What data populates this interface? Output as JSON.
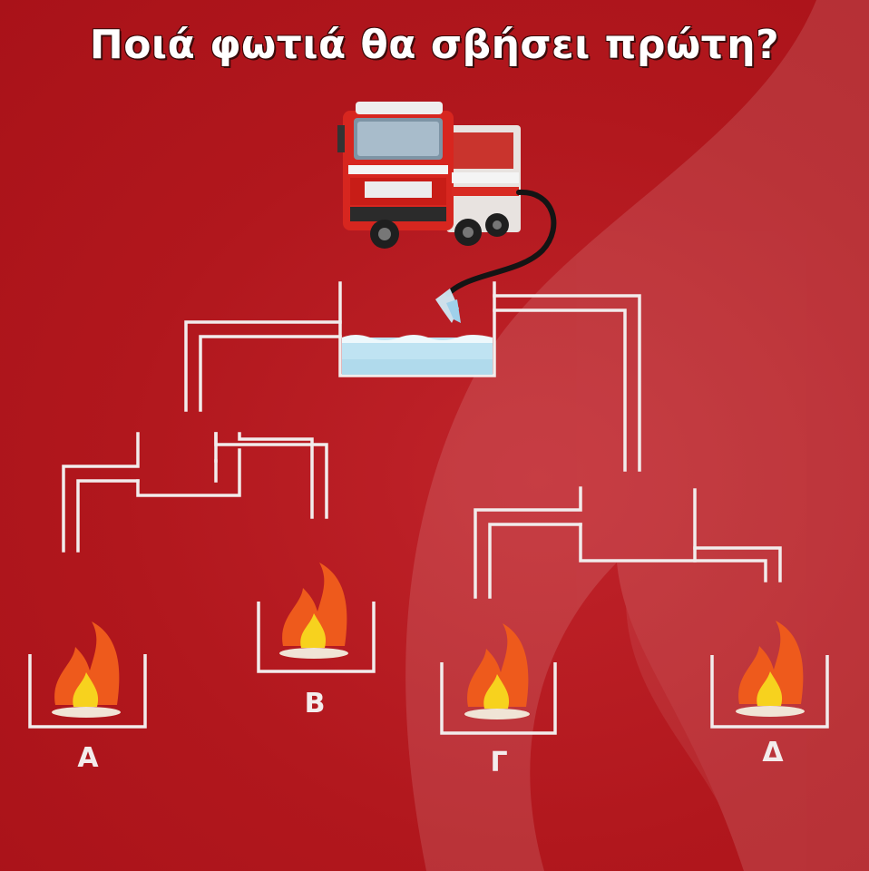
{
  "title": "Ποιά φωτιά θα σβήσει πρώτη?",
  "fires": [
    {
      "label": "A"
    },
    {
      "label": "B"
    },
    {
      "label": "Γ"
    },
    {
      "label": "Δ"
    }
  ],
  "icons": [
    "fire-truck-icon",
    "water-tank-icon",
    "flame-icon"
  ],
  "colors": {
    "background": "#b3151d",
    "pipe": "#f2ecec",
    "water": "#bfe3f2",
    "flame_outer": "#ef5a1c",
    "flame_inner": "#f7d21e"
  }
}
